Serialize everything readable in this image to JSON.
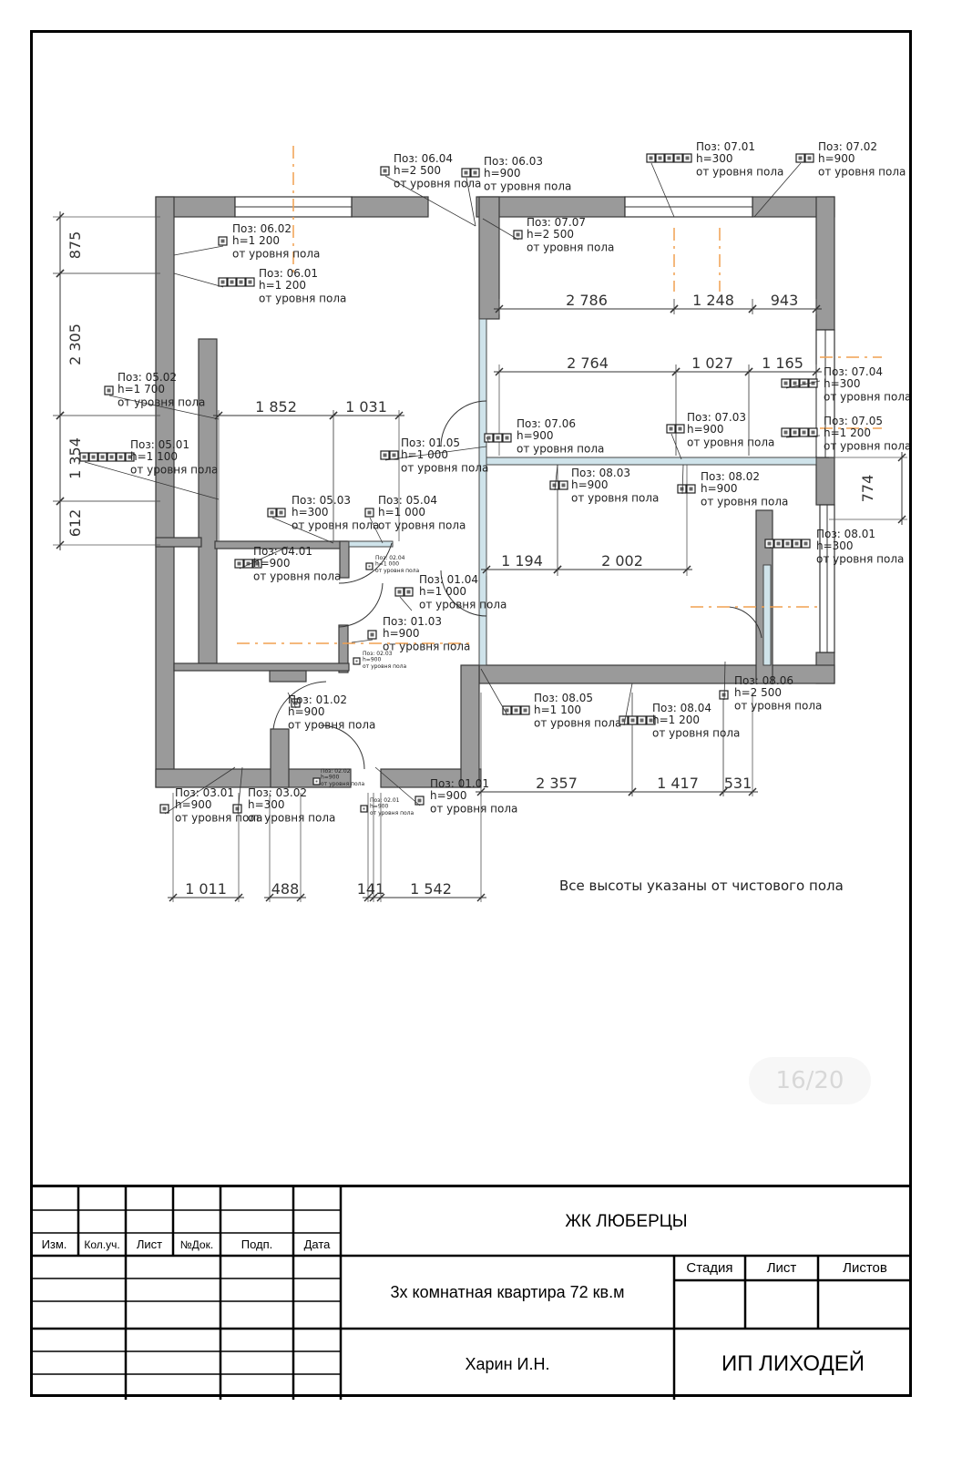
{
  "note": "Все высоты указаны от чистового пола",
  "page_indicator": "16/20",
  "title_block": {
    "headers": [
      "Изм.",
      "Кол.уч.",
      "Лист",
      "№Док.",
      "Подп.",
      "Дата"
    ],
    "project": "ЖК ЛЮБЕРЦЫ",
    "description": "3х комнатная квартира 72 кв.м",
    "author": "Харин И.Н.",
    "company": "ИП ЛИХОДЕЙ",
    "stage_label": "Стадия",
    "sheet_label": "Лист",
    "sheets_label": "Листов"
  },
  "dimensions": {
    "v_left": [
      "875",
      "2 305",
      "1 354",
      "612"
    ],
    "v_right": "774",
    "top_row1": [
      "2 786",
      "1 248",
      "943"
    ],
    "top_row2": [
      "2 764",
      "1 027",
      "1 165"
    ],
    "mid_left": [
      "1 852",
      "1 031"
    ],
    "mid_center": [
      "1 194",
      "2 002"
    ],
    "bottom_right": [
      "2 357",
      "1 417",
      "531"
    ],
    "bottom_left": [
      "1 011",
      "488",
      "141",
      "1 542"
    ]
  },
  "floor_ref": "от уровня пола",
  "positions": [
    {
      "pos": "Поз: 06.04",
      "h": "h=2 500"
    },
    {
      "pos": "Поз: 06.03",
      "h": "h=900"
    },
    {
      "pos": "Поз: 07.01",
      "h": "h=300"
    },
    {
      "pos": "Поз: 07.02",
      "h": "h=900"
    },
    {
      "pos": "Поз: 07.07",
      "h": "h=2 500"
    },
    {
      "pos": "Поз: 06.02",
      "h": "h=1 200"
    },
    {
      "pos": "Поз: 06.01",
      "h": "h=1 200"
    },
    {
      "pos": "Поз: 05.02",
      "h": "h=1 700"
    },
    {
      "pos": "Поз: 05.01",
      "h": "h=1 100"
    },
    {
      "pos": "Поз: 07.04",
      "h": "h=300"
    },
    {
      "pos": "Поз: 07.05",
      "h": "h=1 200"
    },
    {
      "pos": "Поз: 07.03",
      "h": "h=900"
    },
    {
      "pos": "Поз: 07.06",
      "h": "h=900"
    },
    {
      "pos": "Поз: 01.05",
      "h": "h=1 000"
    },
    {
      "pos": "Поз: 08.03",
      "h": "h=900"
    },
    {
      "pos": "Поз: 08.02",
      "h": "h=900"
    },
    {
      "pos": "Поз: 05.03",
      "h": "h=300"
    },
    {
      "pos": "Поз: 05.04",
      "h": "h=1 000"
    },
    {
      "pos": "Поз: 08.01",
      "h": "h=300"
    },
    {
      "pos": "Поз: 04.01",
      "h": "h=900"
    },
    {
      "pos": "Поз: 01.04",
      "h": "h=1 000"
    },
    {
      "pos": "Поз: 01.03",
      "h": "h=900"
    },
    {
      "pos": "Поз: 01.02",
      "h": "h=900"
    },
    {
      "pos": "Поз: 08.05",
      "h": "h=1 100"
    },
    {
      "pos": "Поз: 08.04",
      "h": "h=1 200"
    },
    {
      "pos": "Поз: 08.06",
      "h": "h=2 500"
    },
    {
      "pos": "Поз: 03.01",
      "h": "h=900"
    },
    {
      "pos": "Поз: 03.02",
      "h": "h=300"
    },
    {
      "pos": "Поз: 01.01",
      "h": "h=900"
    }
  ],
  "small_labels": [
    {
      "pos": "Поз: 02.04",
      "h": "h=1 000"
    },
    {
      "pos": "Поз: 02.03",
      "h": "h=900"
    },
    {
      "pos": "Поз: 02.02",
      "h": "h=900"
    },
    {
      "pos": "Поз: 02.01",
      "h": "h=900"
    }
  ],
  "colors": {
    "wall": "#9a9a9a",
    "wall_edge": "#3a3a3a",
    "axis": "#f0a050",
    "glass": "#cfe3ea"
  }
}
